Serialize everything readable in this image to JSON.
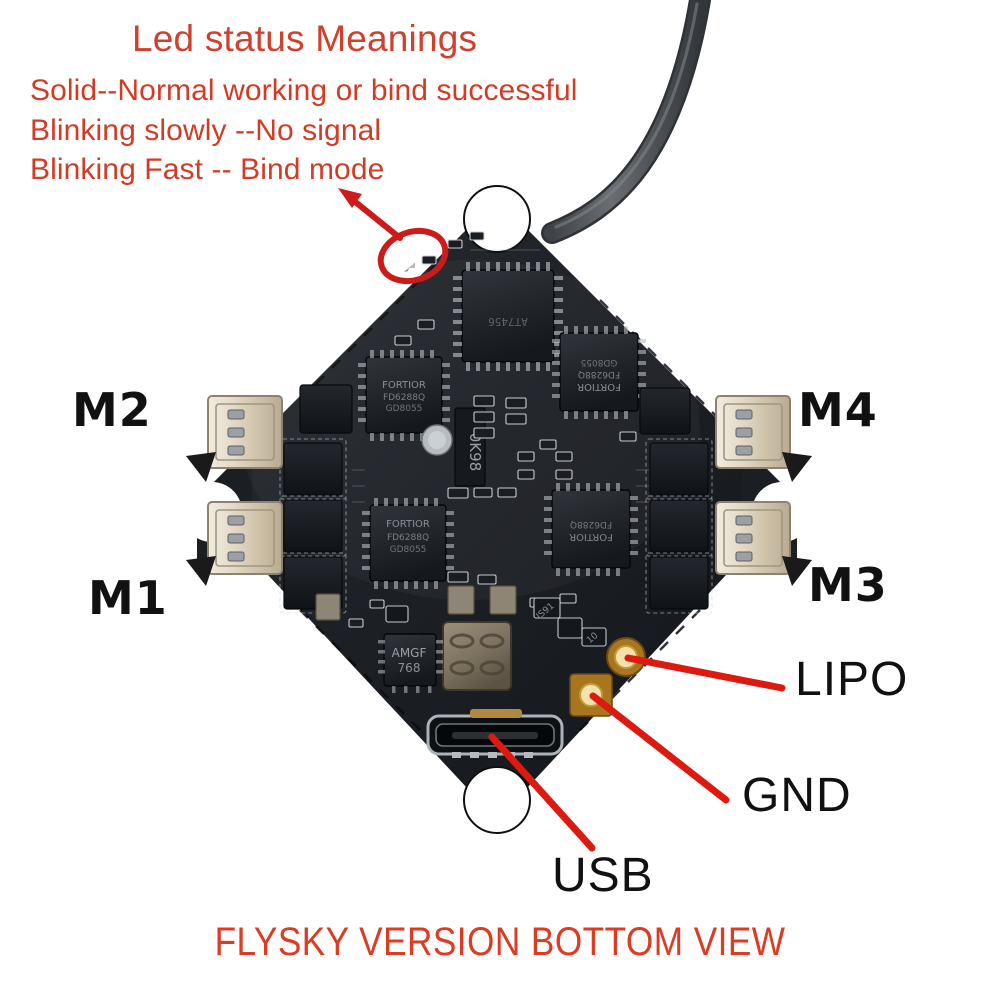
{
  "image": {
    "subject": "FPV drone AIO flight controller PCB, bottom view",
    "background_color": "#ffffff"
  },
  "legend": {
    "title": "Led status Meanings",
    "lines": [
      "Solid--Normal working or bind successful",
      "Blinking slowly --No signal",
      "Blinking Fast -- Bind mode"
    ],
    "text_color": "#d23b24",
    "title_color": "#d0402c"
  },
  "caption": {
    "text": "FLYSKY VERSION BOTTOM VIEW",
    "color": "#dd3b22"
  },
  "motor_labels": {
    "m1": "M1",
    "m2": "M2",
    "m3": "M3",
    "m4": "M4",
    "color": "#111111"
  },
  "pad_labels": {
    "lipo": "LIPO",
    "gnd": "GND",
    "usb": "USB",
    "color": "#111111"
  },
  "annotations": {
    "led_callout_shape": "ellipse-circle-icon",
    "led_arrow": "arrow-up-left-icon",
    "leader_color": "#dd1a10",
    "ellipse_color": "#cc1b18"
  },
  "board": {
    "shape": "diamond-pcb",
    "pcb_color": "#1e2126",
    "silkscreen_color": "#c9cbcd",
    "chip_markings": [
      "FORTIOR FD6288Q GD8055",
      "FORTIOR FD6288Q GD8055",
      "FORTIOR FD6288Q GD8055",
      "AMGF 768",
      "0K98"
    ],
    "connectors": [
      {
        "name": "M2",
        "pins": 3,
        "color": "#e6ddcb"
      },
      {
        "name": "M1",
        "pins": 3,
        "color": "#e6ddcb"
      },
      {
        "name": "M4",
        "pins": 3,
        "color": "#e6ddcb"
      },
      {
        "name": "M3",
        "pins": 3,
        "color": "#e6ddcb"
      }
    ],
    "pads": [
      {
        "name": "LIPO",
        "color": "#c58b2e"
      },
      {
        "name": "GND",
        "color": "#c58b2e"
      }
    ],
    "usb_connector": "micro-usb-port",
    "antenna": {
      "name": "antenna-cable",
      "color": "#55595d"
    }
  }
}
